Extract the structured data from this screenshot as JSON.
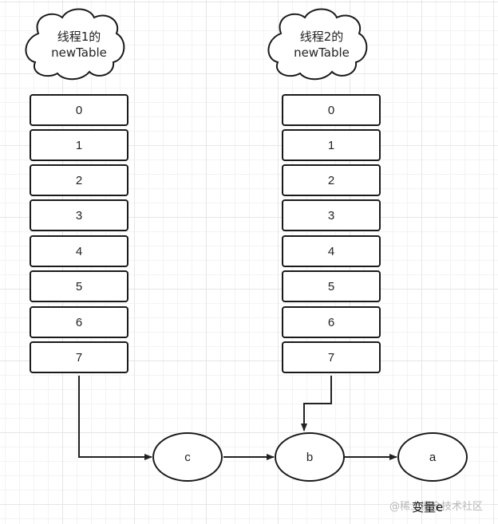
{
  "thread1": {
    "label_line1": "线程1的",
    "label_line2": "newTable",
    "slots": [
      "0",
      "1",
      "2",
      "3",
      "4",
      "5",
      "6",
      "7"
    ]
  },
  "thread2": {
    "label_line1": "线程2的",
    "label_line2": "newTable",
    "slots": [
      "0",
      "1",
      "2",
      "3",
      "4",
      "5",
      "6",
      "7"
    ]
  },
  "nodes": {
    "c": "c",
    "b": "b",
    "a": "a"
  },
  "variable_label": "变量e",
  "watermark": "@稀土掘金技术社区"
}
